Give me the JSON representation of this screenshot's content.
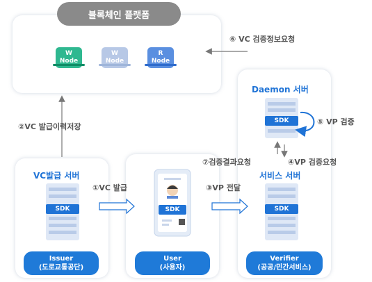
{
  "platform": {
    "title": "블록체인 플랫폼"
  },
  "nodes": [
    {
      "line1": "W",
      "line2": "Node",
      "color": "#2fb890",
      "bar": "#1aa37a"
    },
    {
      "line1": "W",
      "line2": "Node",
      "color": "#b7c8e6",
      "bar": "#a8bde0"
    },
    {
      "line1": "R",
      "line2": "Node",
      "color": "#5a8fe0",
      "bar": "#3b78d8"
    }
  ],
  "flows": {
    "step1": "①VC 발급",
    "step2": "②VC 발급이력저장",
    "step3": "③VP 전달",
    "step4": "④VP 검증요청",
    "step5": "⑤ VP 검증",
    "step6": "⑥ VC 검증정보요청",
    "step7": "⑦검증결과요청"
  },
  "issuer": {
    "server_title": "VC발급 서버",
    "sdk": "SDK",
    "role_line1": "Issuer",
    "role_line2": "(도로교통공단)"
  },
  "user": {
    "sdk": "SDK",
    "role_line1": "User",
    "role_line2": "(사용자)"
  },
  "verifier": {
    "daemon_title": "Daemon 서버",
    "service_title": "서비스 서버",
    "sdk_daemon": "SDK",
    "sdk_service": "SDK",
    "role_line1": "Verifier",
    "role_line2": "(공공/민간서비스)"
  },
  "colors": {
    "accent": "#1f73d6",
    "panel_shadow": "#c3cfe0",
    "arrow": "#1f73d6"
  }
}
